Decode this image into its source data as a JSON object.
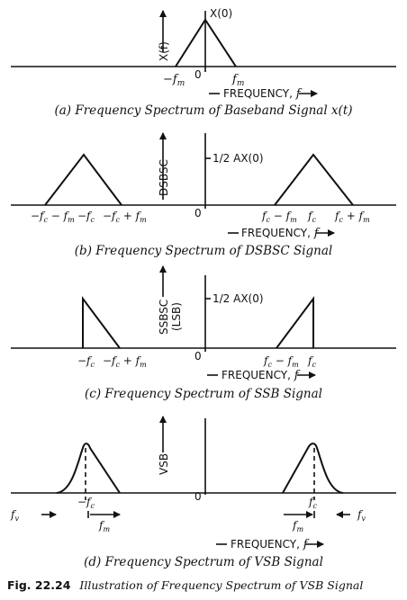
{
  "panel_a": {
    "ylabel": "X(f)",
    "peak_label": "X(0)",
    "ticks": {
      "neg_fm": "−f",
      "neg_fm_sub": "m",
      "zero": "0",
      "pos_fm": "f",
      "pos_fm_sub": "m"
    },
    "freq_label": "FREQUENCY, ",
    "freq_var": "f",
    "caption": "(a) Frequency Spectrum of Baseband Signal x(t)"
  },
  "panel_b": {
    "ylabel": "DSBSC",
    "level_label": "1/2 AX(0)",
    "ticks": {
      "t1": "−f",
      "t1a": "c",
      "t1b": " − f",
      "t1c": "m",
      "t2": "−f",
      "t2a": "c",
      "t3": "−f",
      "t3a": "c",
      "t3b": " + f",
      "t3c": "m",
      "zero": "0",
      "t4": "f",
      "t4a": "c",
      "t4b": " − f",
      "t4c": "m",
      "t5": "f",
      "t5a": "c",
      "t6": "f",
      "t6a": "c",
      "t6b": " + f",
      "t6c": "m"
    },
    "freq_label": "FREQUENCY, ",
    "freq_var": "f",
    "caption": "(b) Frequency Spectrum of DSBSC Signal"
  },
  "panel_c": {
    "ylabel_1": "SSBSC",
    "ylabel_2": "(LSB)",
    "level_label": "1/2 AX(0)",
    "ticks": {
      "t1": "−f",
      "t1a": "c",
      "t2": "−f",
      "t2a": "c",
      "t2b": " + f",
      "t2c": "m",
      "zero": "0",
      "t3": "f",
      "t3a": "c",
      "t3b": " − f",
      "t3c": "m",
      "t4": "f",
      "t4a": "c"
    },
    "freq_label": "FREQUENCY, ",
    "freq_var": "f",
    "caption": "(c) Frequency Spectrum of SSB Signal"
  },
  "panel_d": {
    "ylabel": "VSB",
    "ticks": {
      "t1": "−f",
      "t1a": "c",
      "zero": "0",
      "t2": "f",
      "t2a": "c"
    },
    "fv_left": "f",
    "fv_left_sub": "v",
    "fm_left": "f",
    "fm_left_sub": "m",
    "fm_right": "f",
    "fm_right_sub": "m",
    "fv_right": "f",
    "fv_right_sub": "v",
    "freq_label": "FREQUENCY, ",
    "freq_var": "f",
    "caption": "(d) Frequency Spectrum of VSB Signal"
  },
  "figure": {
    "number": "Fig. 22.24",
    "title": "Illustration of Frequency Spectrum of VSB Signal"
  }
}
